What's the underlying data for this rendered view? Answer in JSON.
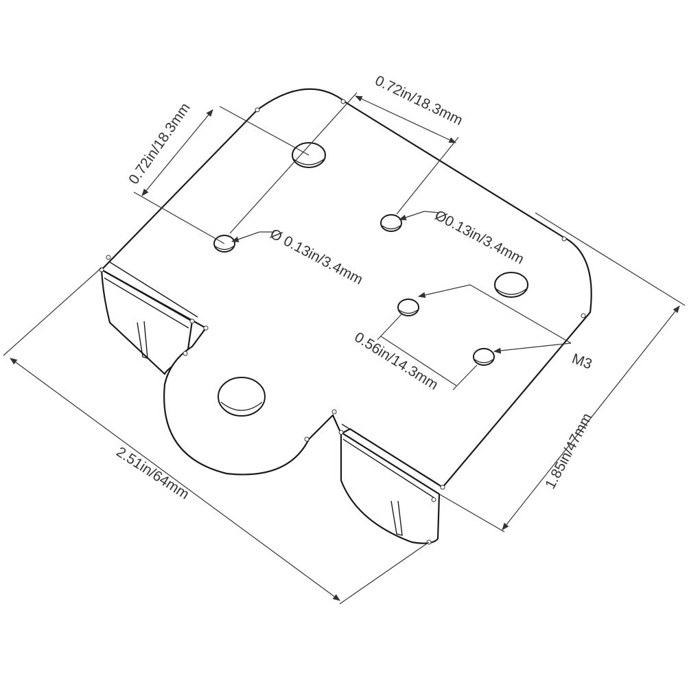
{
  "dimensions": {
    "hole_spacing_left": "0.72in/18.3mm",
    "hole_spacing_top": "0.72in/18.3mm",
    "hole_dia_left": "Ø 0.13in/3.4mm",
    "hole_dia_right": "Ø0.13in/3.4mm",
    "m3_spacing": "0.56in/14.3mm",
    "thread_label": "M3",
    "overall_length": "2.51in/64mm",
    "overall_width": "1.85in/47mm"
  },
  "colors": {
    "line": "#1a1a1a",
    "dimension_line": "#333333",
    "background": "#ffffff"
  }
}
